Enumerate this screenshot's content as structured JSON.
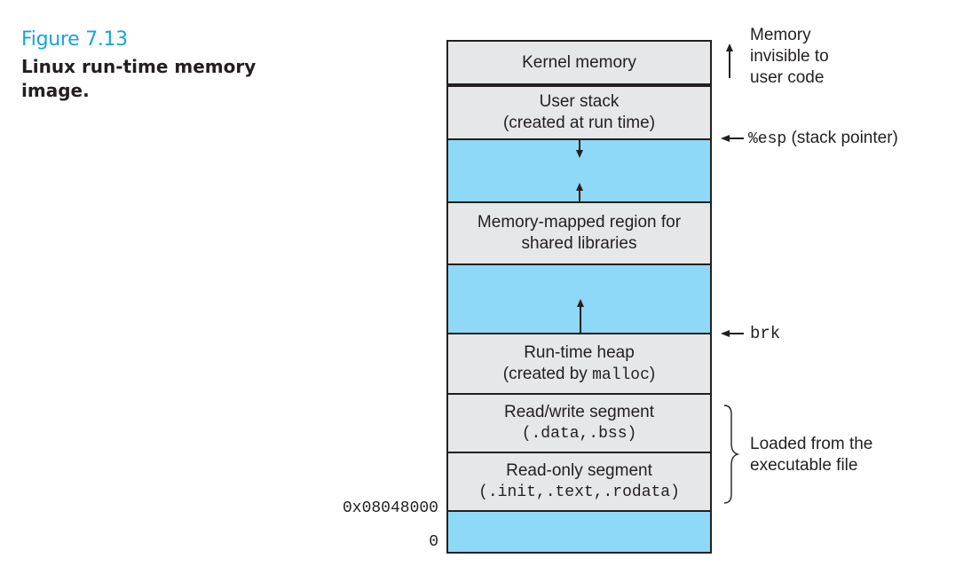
{
  "caption": {
    "label": "Figure 7.13",
    "title": "Linux run-time memory image."
  },
  "regions": [
    {
      "id": "kernel",
      "lines": [
        "Kernel memory"
      ],
      "fill": "#e6e7e8"
    },
    {
      "id": "user-stack",
      "lines": [
        "User stack",
        "(created at run time)"
      ],
      "fill": "#e6e7e8"
    },
    {
      "id": "gap-stack",
      "lines": [],
      "fill": "#8ed8f8"
    },
    {
      "id": "mmap",
      "lines": [
        "Memory-mapped region for",
        "shared libraries"
      ],
      "fill": "#e6e7e8"
    },
    {
      "id": "gap-heap",
      "lines": [],
      "fill": "#8ed8f8"
    },
    {
      "id": "heap",
      "lines_prefix": "(created by ",
      "lines_code": "malloc",
      "lines_suffix": ")",
      "title": "Run-time heap",
      "fill": "#e6e7e8"
    },
    {
      "id": "rw",
      "title": "Read/write segment",
      "code": "(.data,.bss)",
      "fill": "#e6e7e8"
    },
    {
      "id": "ro",
      "title": "Read-only segment",
      "code": "(.init,.text,.rodata)",
      "fill": "#e6e7e8"
    },
    {
      "id": "bottom",
      "lines": [],
      "fill": "#8ed8f8"
    }
  ],
  "annotations": {
    "kernel_note": [
      "Memory",
      "invisible to",
      "user code"
    ],
    "esp_code": "%esp",
    "esp_label": "(stack pointer)",
    "brk": "brk",
    "loaded_note": [
      "Loaded from the",
      "executable file"
    ]
  },
  "addresses": {
    "ro_start": "0x08048000",
    "zero": "0"
  },
  "colors": {
    "caption_accent": "#1aa3dc",
    "region_gray": "#e6e7e8",
    "region_blue": "#8ed8f8",
    "ink": "#231f20"
  }
}
